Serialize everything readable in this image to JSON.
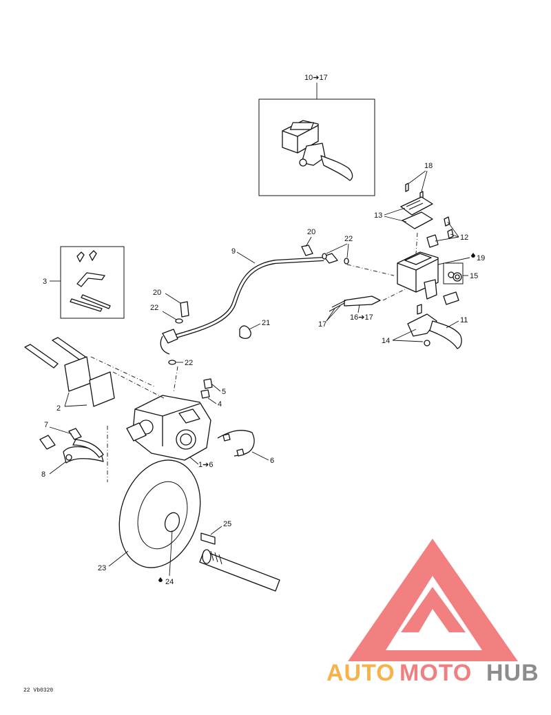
{
  "callouts": {
    "c10_17": "10➔17",
    "c18": "18",
    "c13": "13",
    "c12": "12",
    "c19": "19",
    "c15": "15",
    "c20a": "20",
    "c22a": "22",
    "c9": "9",
    "c3": "3",
    "c20b": "20",
    "c22b": "22",
    "c21": "21",
    "c17": "17",
    "c16_17": "16➔17",
    "c11": "11",
    "c14": "14",
    "c22c": "22",
    "c5": "5",
    "c4": "4",
    "c2": "2",
    "c7": "7",
    "c8": "8",
    "c1_6": "1➔6",
    "c6": "6",
    "c25": "25",
    "c23": "23",
    "c24": "24"
  },
  "drawing_code": "22 Vb0320",
  "watermark": {
    "part1": "AUTO",
    "part2": "MOTO",
    "part3": "HUB",
    "color1": "#f7b24a",
    "color2": "#f08080",
    "color3": "#8c8c8c",
    "triangle_color": "#f26b6b"
  }
}
